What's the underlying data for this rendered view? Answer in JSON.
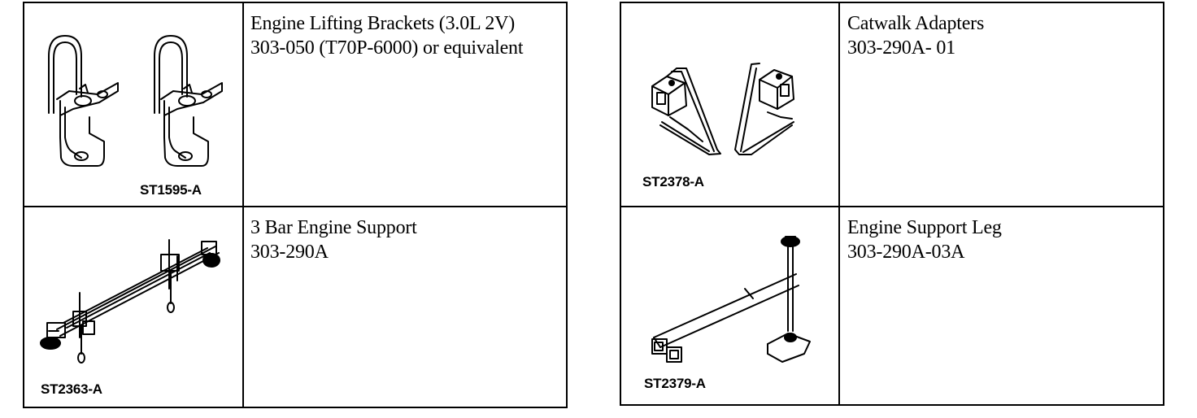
{
  "tables": [
    {
      "rows": [
        {
          "figure_code": "ST1595-A",
          "name": "Engine Lifting Brackets (3.0L 2V)",
          "number": "303-050 (T70P-6000) or equivalent",
          "icon": "engine-lifting-brackets-illustration"
        },
        {
          "figure_code": "ST2363-A",
          "name": "3 Bar Engine Support",
          "number": "303-290A",
          "icon": "three-bar-engine-support-illustration"
        }
      ]
    },
    {
      "rows": [
        {
          "figure_code": "ST2378-A",
          "name": "Catwalk Adapters",
          "number": "303-290A- 01",
          "icon": "catwalk-adapters-illustration"
        },
        {
          "figure_code": "ST2379-A",
          "name": "Engine Support Leg",
          "number": "303-290A-03A",
          "icon": "engine-support-leg-illustration"
        }
      ]
    }
  ]
}
